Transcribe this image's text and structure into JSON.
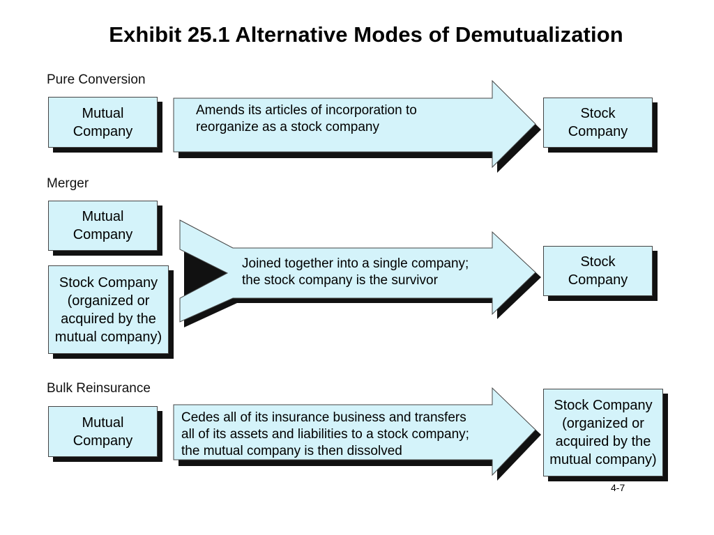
{
  "title": "Exhibit 25.1  Alternative Modes of Demutualization",
  "sections": {
    "pure_conversion": {
      "label": "Pure Conversion",
      "from_box": "Mutual\nCompany",
      "arrow_text": "Amends its articles of incorporation to\nreorganize as a stock company",
      "to_box": "Stock\nCompany"
    },
    "merger": {
      "label": "Merger",
      "from_box_1": "Mutual\nCompany",
      "from_box_2": "Stock Company\n(organized or\nacquired by the\nmutual company)",
      "arrow_text": "Joined together into a single company;\nthe stock company is the survivor",
      "to_box": "Stock\nCompany"
    },
    "bulk_reinsurance": {
      "label": "Bulk Reinsurance",
      "from_box": "Mutual\nCompany",
      "arrow_text": "Cedes all of its insurance business and transfers\nall of its assets and liabilities to a stock company;\nthe mutual company is then dissolved",
      "to_box": "Stock Company\n(organized or\nacquired by the\nmutual company)"
    }
  },
  "page_number": "4-7",
  "colors": {
    "box_fill": "#d4f3fa",
    "shadow": "#111111",
    "outline": "#444444"
  }
}
